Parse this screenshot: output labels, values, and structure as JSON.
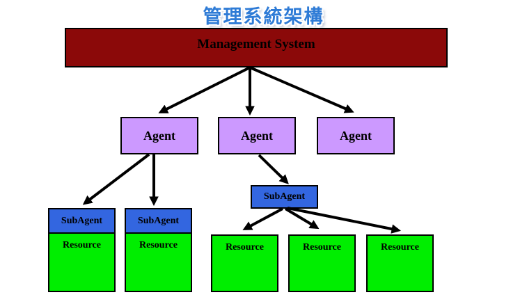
{
  "title": {
    "text": "管理系統架構",
    "color": "#2E7BD6"
  },
  "diagram": {
    "management": {
      "label": "Management System",
      "fill": "#8B0909"
    },
    "agents": [
      {
        "label": "Agent"
      },
      {
        "label": "Agent"
      },
      {
        "label": "Agent"
      }
    ],
    "agent_fill": "#CC99FF",
    "subagents": [
      {
        "label": "SubAgent"
      },
      {
        "label": "SubAgent"
      },
      {
        "label": "SubAgent"
      }
    ],
    "subagent_fill": "#3366E0",
    "resources": [
      {
        "label": "Resource"
      },
      {
        "label": "Resource"
      },
      {
        "label": "Resource"
      },
      {
        "label": "Resource"
      },
      {
        "label": "Resource"
      }
    ],
    "resource_fill": "#00EE00",
    "arrow_color": "#000000"
  }
}
